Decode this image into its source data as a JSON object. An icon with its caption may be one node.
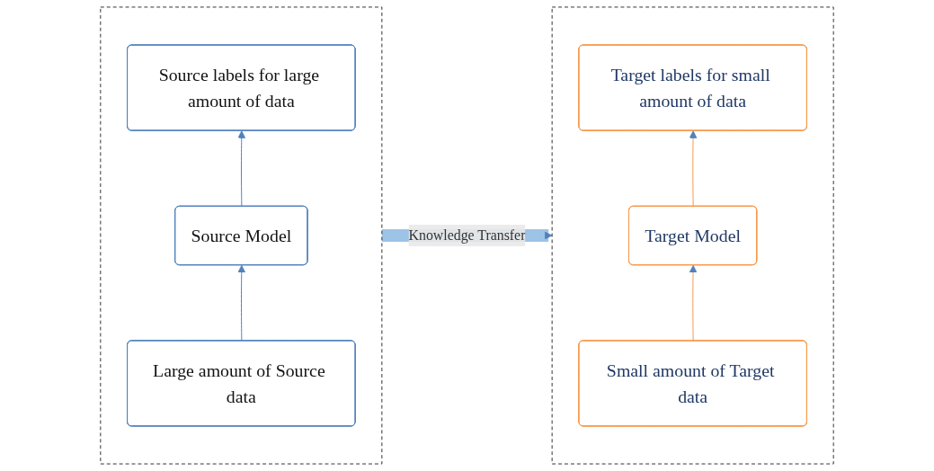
{
  "diagram": {
    "nodes": [
      {
        "text": [],
        "shape": "box"
      },
      {
        "text": [
          "Source labels for large amount of data"
        ],
        "in": 0
      },
      {
        "text": [
          "Source Model"
        ],
        "in": 0
      },
      {
        "text": [
          "Large amount of Source data"
        ],
        "in": 0
      },
      {
        "text": [],
        "shape": "box"
      },
      {
        "text": [
          "Target labels for small amount of data"
        ],
        "in": 4
      },
      {
        "text": [
          "Target Model"
        ],
        "in": 4
      },
      {
        "text": [
          "Small amount of Target data"
        ],
        "in": 4
      }
    ],
    "edges": [
      {
        "from": 3,
        "to": 2,
        "arrow": "to"
      },
      {
        "from": 2,
        "to": 1,
        "arrow": "to"
      },
      {
        "from": 0,
        "to": 4,
        "arrow": "to",
        "label": "Knowledge Transfer",
        "style": "thick",
        "color": "#9dc3e6"
      },
      {
        "from": 7,
        "to": 6,
        "arrow": "to",
        "color": "#f79646"
      },
      {
        "from": 6,
        "to": 5,
        "arrow": "to",
        "color": "#f79646"
      }
    ]
  }
}
